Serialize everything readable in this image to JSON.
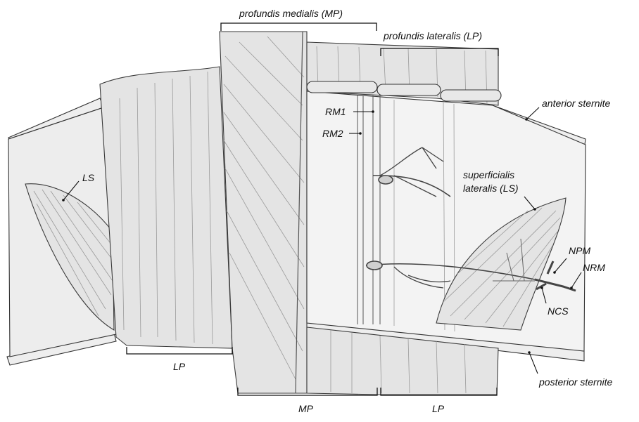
{
  "labels": {
    "mp_top": "profundis medialis (MP)",
    "lp_top": "profundis lateralis (LP)",
    "anterior_sternite": "anterior sternite",
    "rm1": "RM1",
    "rm2": "RM2",
    "ls_left": "LS",
    "superficialis_line1": "superficialis",
    "superficialis_line2": "lateralis (LS)",
    "npm": "NPM",
    "nrm": "NRM",
    "ncs": "NCS",
    "lp_bottom_left": "LP",
    "mp_bottom": "MP",
    "lp_bottom_right": "LP",
    "posterior_sternite": "posterior sternite"
  },
  "colors": {
    "line": "#111111",
    "muscle_fill": "#e4e4e4",
    "muscle_dark": "#cfcfcf",
    "sternite": "#f2f2f2",
    "background": "#ffffff"
  }
}
